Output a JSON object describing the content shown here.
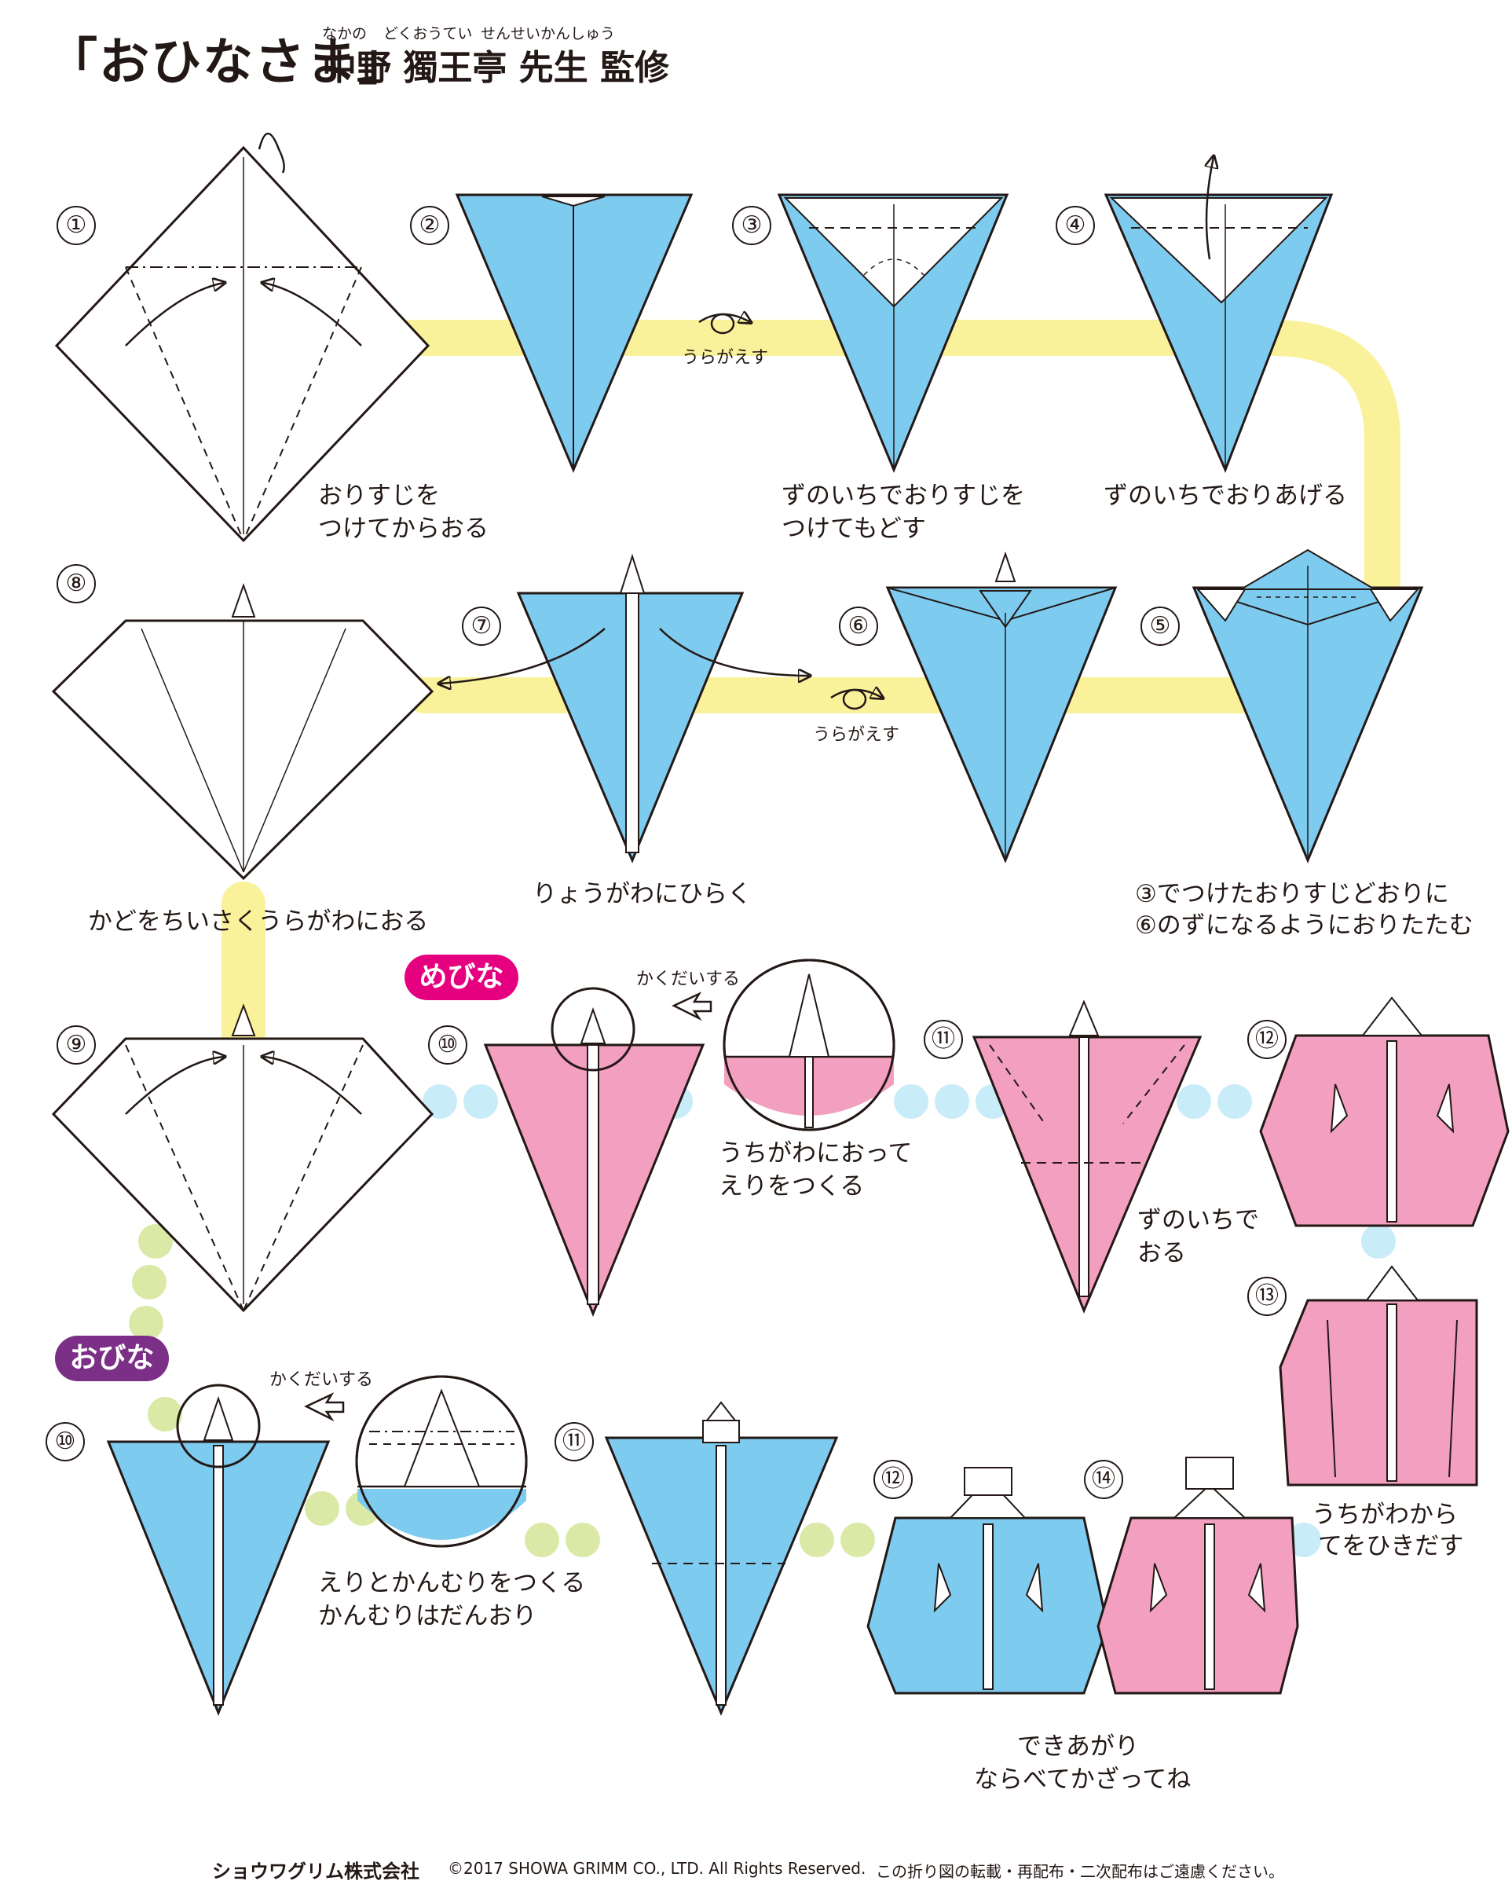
{
  "header": {
    "title": "「おひなさま」",
    "supervisor": "中野 獨王亭 先生 監修",
    "ruby": [
      "なかの",
      "どくおうてい",
      "せんせいかんしゅう"
    ]
  },
  "steps": {
    "s1": {
      "num": "①",
      "caption": [
        "おりすじを",
        "つけてからおる"
      ]
    },
    "s2": {
      "num": "②"
    },
    "s3": {
      "num": "③",
      "caption": [
        "ずのいちでおりすじを",
        "つけてもどす"
      ]
    },
    "s4": {
      "num": "④",
      "caption": [
        "ずのいちでおりあげる"
      ]
    },
    "s5": {
      "num": "⑤",
      "caption": [
        "③でつけたおりすじどおりに",
        "⑥のずになるようにおりたたむ"
      ]
    },
    "s6": {
      "num": "⑥"
    },
    "s7": {
      "num": "⑦",
      "caption": [
        "りょうがわにひらく"
      ]
    },
    "s8": {
      "num": "⑧",
      "caption": [
        "かどをちいさくうらがわにおる"
      ]
    },
    "s9": {
      "num": "⑨"
    },
    "m10": {
      "num": "⑩",
      "caption": [
        "うちがわにおって",
        "えりをつくる"
      ]
    },
    "m11": {
      "num": "⑪",
      "caption": [
        "ずのいちで",
        "おる"
      ]
    },
    "m12": {
      "num": "⑫"
    },
    "m13": {
      "num": "⑬",
      "caption": [
        "うちがわから",
        "てをひきだす"
      ]
    },
    "o10": {
      "num": "⑩",
      "caption": [
        "えりとかんむりをつくる",
        "かんむりはだんおり"
      ]
    },
    "o11": {
      "num": "⑪"
    },
    "o12": {
      "num": "⑫"
    },
    "o14": {
      "num": "⑭"
    }
  },
  "labels": {
    "turn_over": "うらがえす",
    "enlarge": "かくだいする",
    "mebina": "めびな",
    "obina": "おびな",
    "finished": [
      "できあがり",
      "ならべてかざってね"
    ]
  },
  "footer": {
    "logo": "ショウワグリム株式会社",
    "copyright": "©2017 SHOWA GRIMM CO., LTD. All Rights Reserved.",
    "notice": "この折り図の転載・再配布・二次配布はご遠慮ください。"
  },
  "colors": {
    "blue": "#7ecbf0",
    "pink": "#f29fc0",
    "yellow_path": "#faf29a",
    "cyan_path": "#c9ecf9",
    "green_path": "#dbe9a6",
    "badge_mebina": "#e4007f",
    "badge_obina": "#7b2f86",
    "line": "#231815"
  },
  "icons": [
    "turn-over-icon",
    "enlarge-arrow-icon",
    "fold-arrow-icon",
    "magnifier-circle-icon"
  ]
}
